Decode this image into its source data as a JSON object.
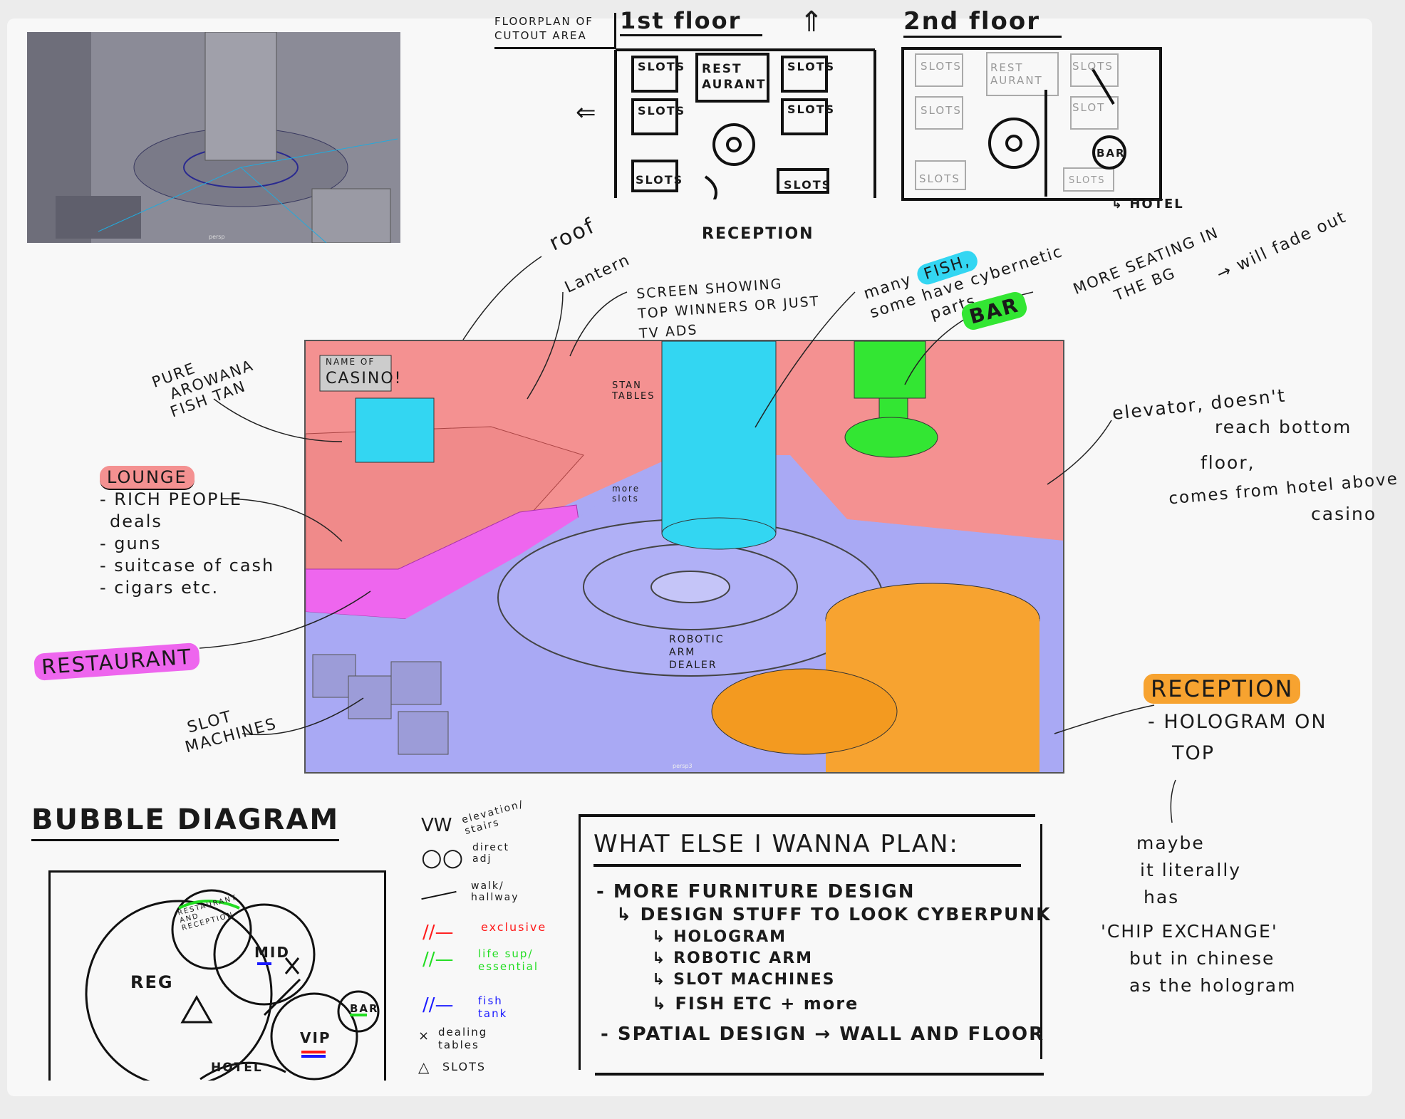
{
  "viewport_thumb": {
    "label": "persp"
  },
  "floorplan": {
    "header": "FLOORPLAN OF CUTOUT AREA",
    "first_floor": {
      "title": "1st floor",
      "rooms": [
        "SLOTS",
        "REST AURANT",
        "SLOTS",
        "SLOTS",
        "SLOTS",
        "SLOTS",
        "SLOTS"
      ],
      "reception": "RECEPTION"
    },
    "second_floor": {
      "title": "2nd floor",
      "rooms": [
        "SLOTS",
        "REST AURANT",
        "SLOTS",
        "SLOTS",
        "SLOT",
        "SLOTS",
        "SLOTS"
      ],
      "bar": "BAR",
      "hotel": "HOTEL"
    }
  },
  "render": {
    "casino_sign": [
      "NAME OF",
      "CASINO!"
    ],
    "labels": {
      "stand_tables": "STAN TABLES",
      "more_slots": "more slots",
      "robotic_arm": "ROBOTIC ARM DEALER",
      "cam": "persp3"
    },
    "colors": {
      "wall": "#f49191",
      "floor": "#a9a9f4",
      "aquarium": "#33d6f2",
      "elevator": "#33e633",
      "reception": "#f7a330",
      "stairs": "#ee66ee"
    }
  },
  "annotations": {
    "roof": "roof",
    "lantern": "Lantern",
    "screen": [
      "SCREEN SHOWING",
      "TOP WINNERS OR JUST",
      "TV ADS"
    ],
    "fish": {
      "pre": "many",
      "highlight": "FISH,",
      "line2": "some have cybernetic",
      "line3": "parts"
    },
    "bar": "BAR",
    "seating": [
      "MORE SEATING IN",
      "THE BG"
    ],
    "fade": "will fade out",
    "fish_tank": [
      "PURE",
      "AROWANA",
      "FISH TAN"
    ],
    "elevator": [
      "elevator, doesn't",
      "reach bottom",
      "floor,",
      "comes from hotel above",
      "casino"
    ],
    "lounge": {
      "title": "LOUNGE",
      "items": [
        "- RICH PEOPLE",
        "deals",
        "- guns",
        "- suitcase of cash",
        "- cigars etc."
      ]
    },
    "restaurant": "RESTAURANT",
    "slot_machines": [
      "SLOT",
      "MACHINES"
    ],
    "reception": {
      "title": "RECEPTION",
      "lines": [
        "- HOLOGRAM ON",
        "TOP"
      ],
      "maybe": [
        "maybe",
        "it literally",
        "has",
        "'CHIP EXCHANGE'",
        "but in chinese",
        "as the hologram"
      ]
    }
  },
  "bubble": {
    "title": "BUBBLE DIAGRAM",
    "bubbles": [
      "REG",
      "RESTAURANT AND RECEPTION",
      "MID",
      "VIP",
      "BAR",
      "HOTEL"
    ]
  },
  "legend": [
    {
      "symbol": "elevation",
      "label": "elevation/ stairs",
      "color": "#111111"
    },
    {
      "symbol": "circles",
      "label": "direct adj",
      "color": "#111111"
    },
    {
      "symbol": "line",
      "label": "walk/ hallway",
      "color": "#111111"
    },
    {
      "symbol": "red-lines",
      "label": "exclusive",
      "color": "#ff1a1a"
    },
    {
      "symbol": "green-lines",
      "label": "life sup/ essential",
      "color": "#22dd22"
    },
    {
      "symbol": "blue-lines",
      "label": "fish tank",
      "color": "#1a1aff"
    },
    {
      "symbol": "x",
      "label": "dealing tables",
      "color": "#111111"
    },
    {
      "symbol": "triangle",
      "label": "SLOTS",
      "color": "#111111"
    }
  ],
  "plan": {
    "title": "WHAT ELSE I WANNA PLAN:",
    "items": [
      "- MORE FURNITURE DESIGN",
      "↳ DESIGN STUFF TO LOOK CYBERPUNK",
      "↳ HOLOGRAM",
      "↳ ROBOTIC ARM",
      "↳ SLOT MACHINES",
      "↳ FISH ETC + more",
      "- SPATIAL DESIGN → WALL AND FLOOR"
    ]
  }
}
